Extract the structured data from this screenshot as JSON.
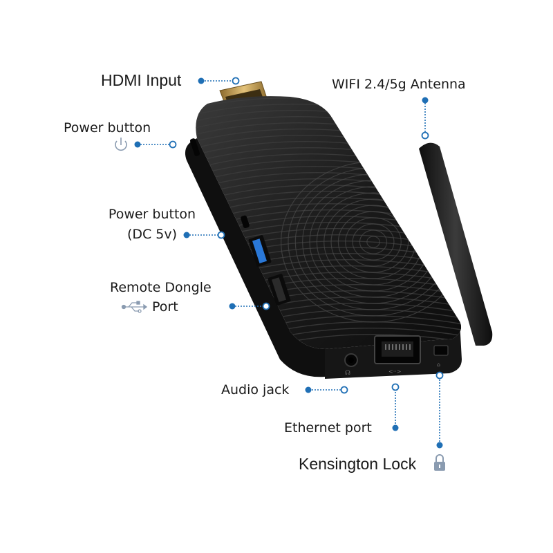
{
  "labels": {
    "hdmi": "HDMI Input",
    "antenna": "WIFI 2.4/5g Antenna",
    "power": "Power button",
    "power_dc_line1": "Power button",
    "power_dc_line2": "(DC 5v)",
    "remote_line1": "Remote Dongle",
    "remote_line2": "Port",
    "audio": "Audio jack",
    "ethernet": "Ethernet port",
    "kensington": "Kensington Lock"
  },
  "colors": {
    "accent": "#1f6fb5",
    "device": "#1c1c1c",
    "usb_port": "#2a78d8",
    "hdmi_plug": "#c9a35a"
  },
  "icons": [
    "power-icon",
    "usb-icon",
    "lock-icon"
  ]
}
